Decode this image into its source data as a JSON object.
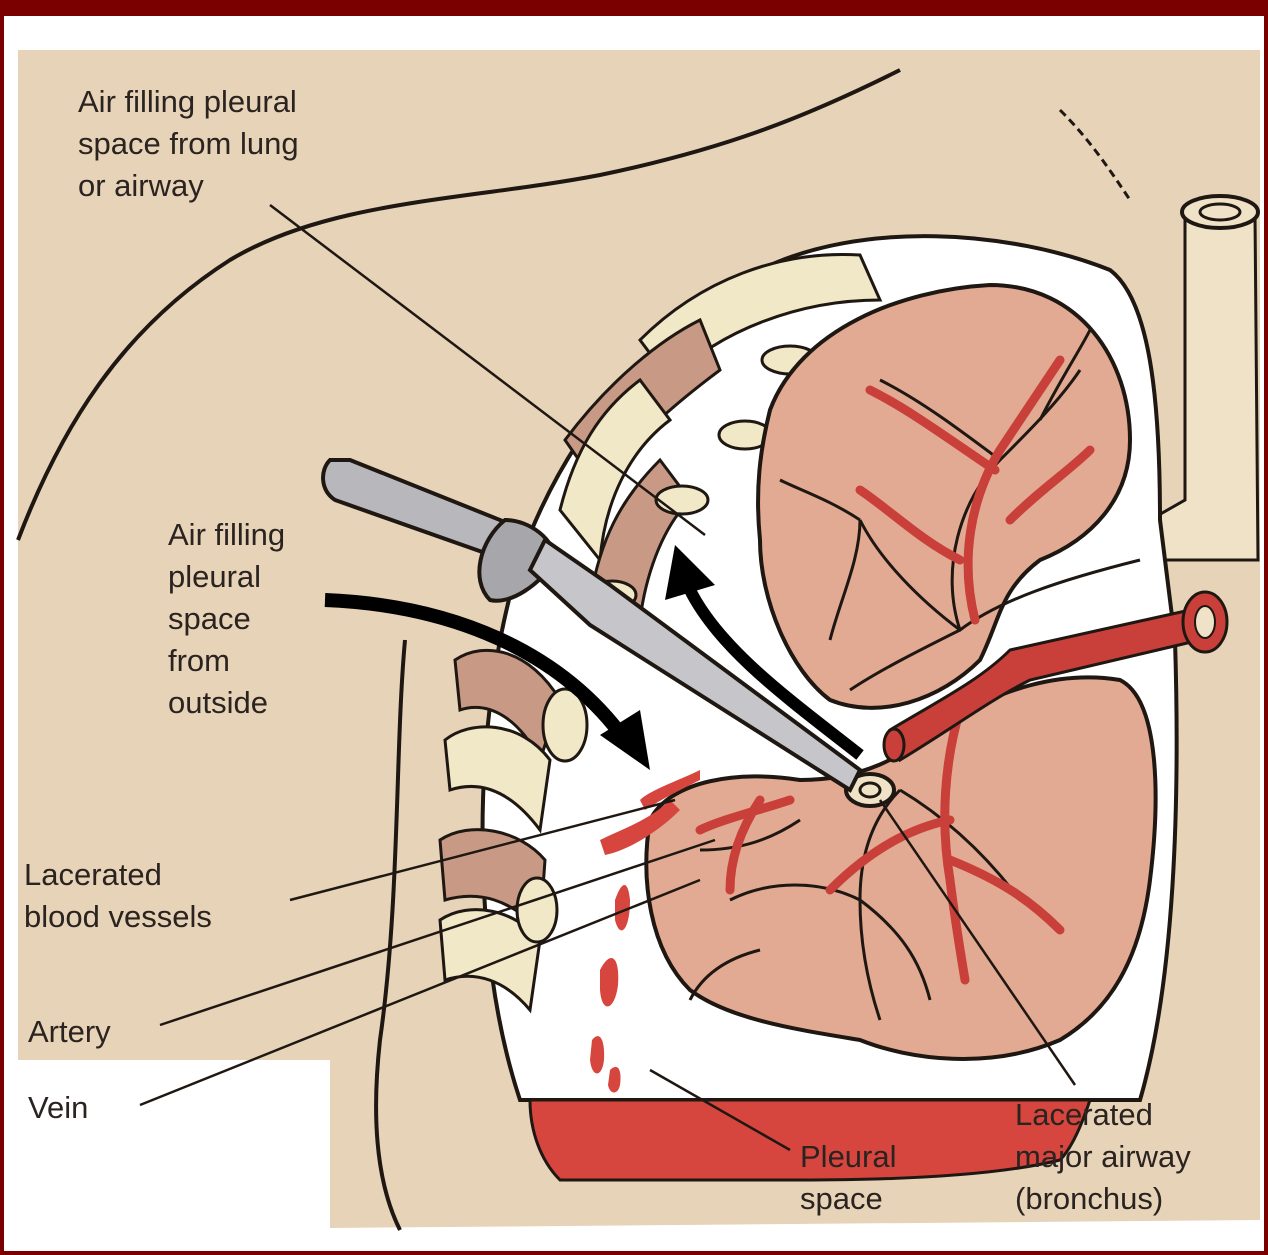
{
  "frame": {
    "border_color": "#7a0000"
  },
  "colors": {
    "skin": "#e6d3b8",
    "lung": "#e2a993",
    "vessel": "#c9403a",
    "blood": "#d6463e",
    "rib": "#f1e8c8",
    "knife": "#b8b8bc",
    "ink": "#1e1712"
  },
  "labels": {
    "air_from_lung": [
      "Air filling pleural",
      "space from lung",
      "or airway"
    ],
    "air_from_outside": [
      "Air filling",
      "pleural",
      "space",
      "from",
      "outside"
    ],
    "lacerated_vessels": [
      "Lacerated",
      "blood vessels"
    ],
    "artery": "Artery",
    "vein": "Vein",
    "pleural_space": [
      "Pleural",
      "space"
    ],
    "lacerated_airway": [
      "Lacerated",
      "major airway",
      "(bronchus)"
    ]
  }
}
